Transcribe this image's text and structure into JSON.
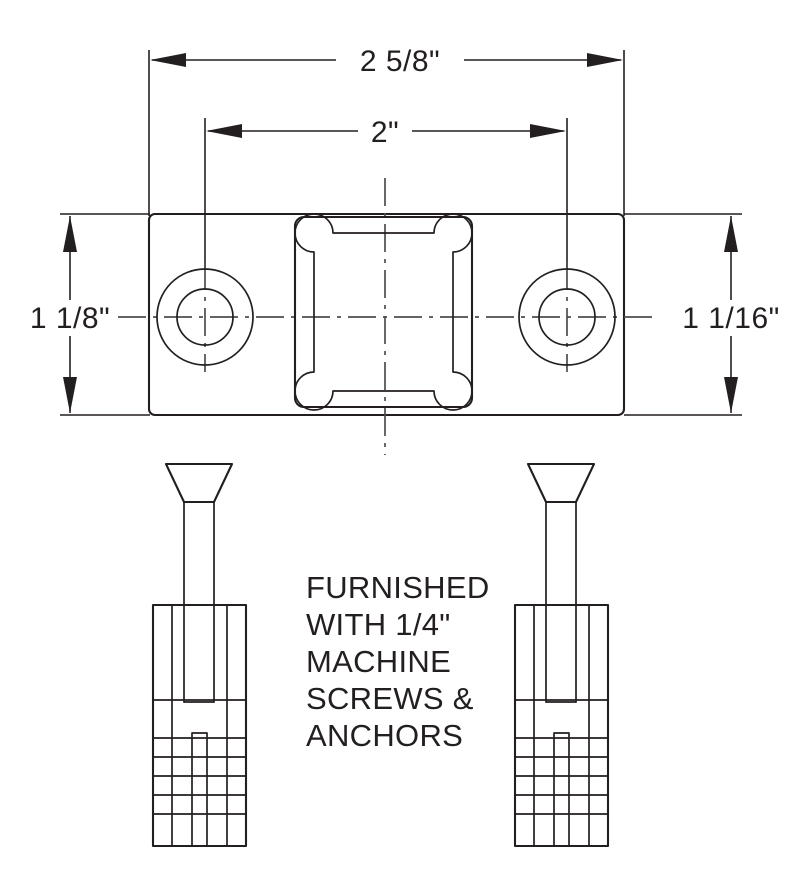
{
  "drawing": {
    "title": "mounting-plate-and-anchor-detail",
    "stroke_color": "#231f20",
    "centerline_color": "#4d4d4d",
    "background_color": "#ffffff",
    "dimensions": {
      "overall_width": {
        "label": "2 5/8\"",
        "value": 2.625,
        "unit": "inch",
        "orientation": "horizontal",
        "position": "top-outer"
      },
      "hole_spacing": {
        "label": "2\"",
        "value": 2.0,
        "unit": "inch",
        "orientation": "horizontal",
        "position": "top-inner"
      },
      "height_left": {
        "label": "1 1/8\"",
        "value": 1.125,
        "unit": "inch",
        "orientation": "vertical",
        "position": "left"
      },
      "height_right": {
        "label": "1 1/16\"",
        "value": 1.0625,
        "unit": "inch",
        "orientation": "vertical",
        "position": "right"
      }
    },
    "note": {
      "lines": [
        "FURNISHED",
        "WITH 1/4\"",
        "MACHINE",
        "SCREWS &",
        "ANCHORS"
      ]
    },
    "parts": {
      "plate": {
        "name": "mounting-plate-top-view",
        "corner_radius": 6
      },
      "screw_holes": {
        "name": "countersunk-screw-hole",
        "count": 2,
        "outer_radius": 48,
        "inner_radius": 28
      },
      "center_boss": {
        "name": "square-boss-with-relief-cutout",
        "corner_radius": 10,
        "relief_corners": 4
      },
      "anchors": {
        "name": "machine-screw-with-split-anchor",
        "count": 2,
        "rib_count": 6,
        "head_type": "flat-countersunk"
      }
    }
  }
}
